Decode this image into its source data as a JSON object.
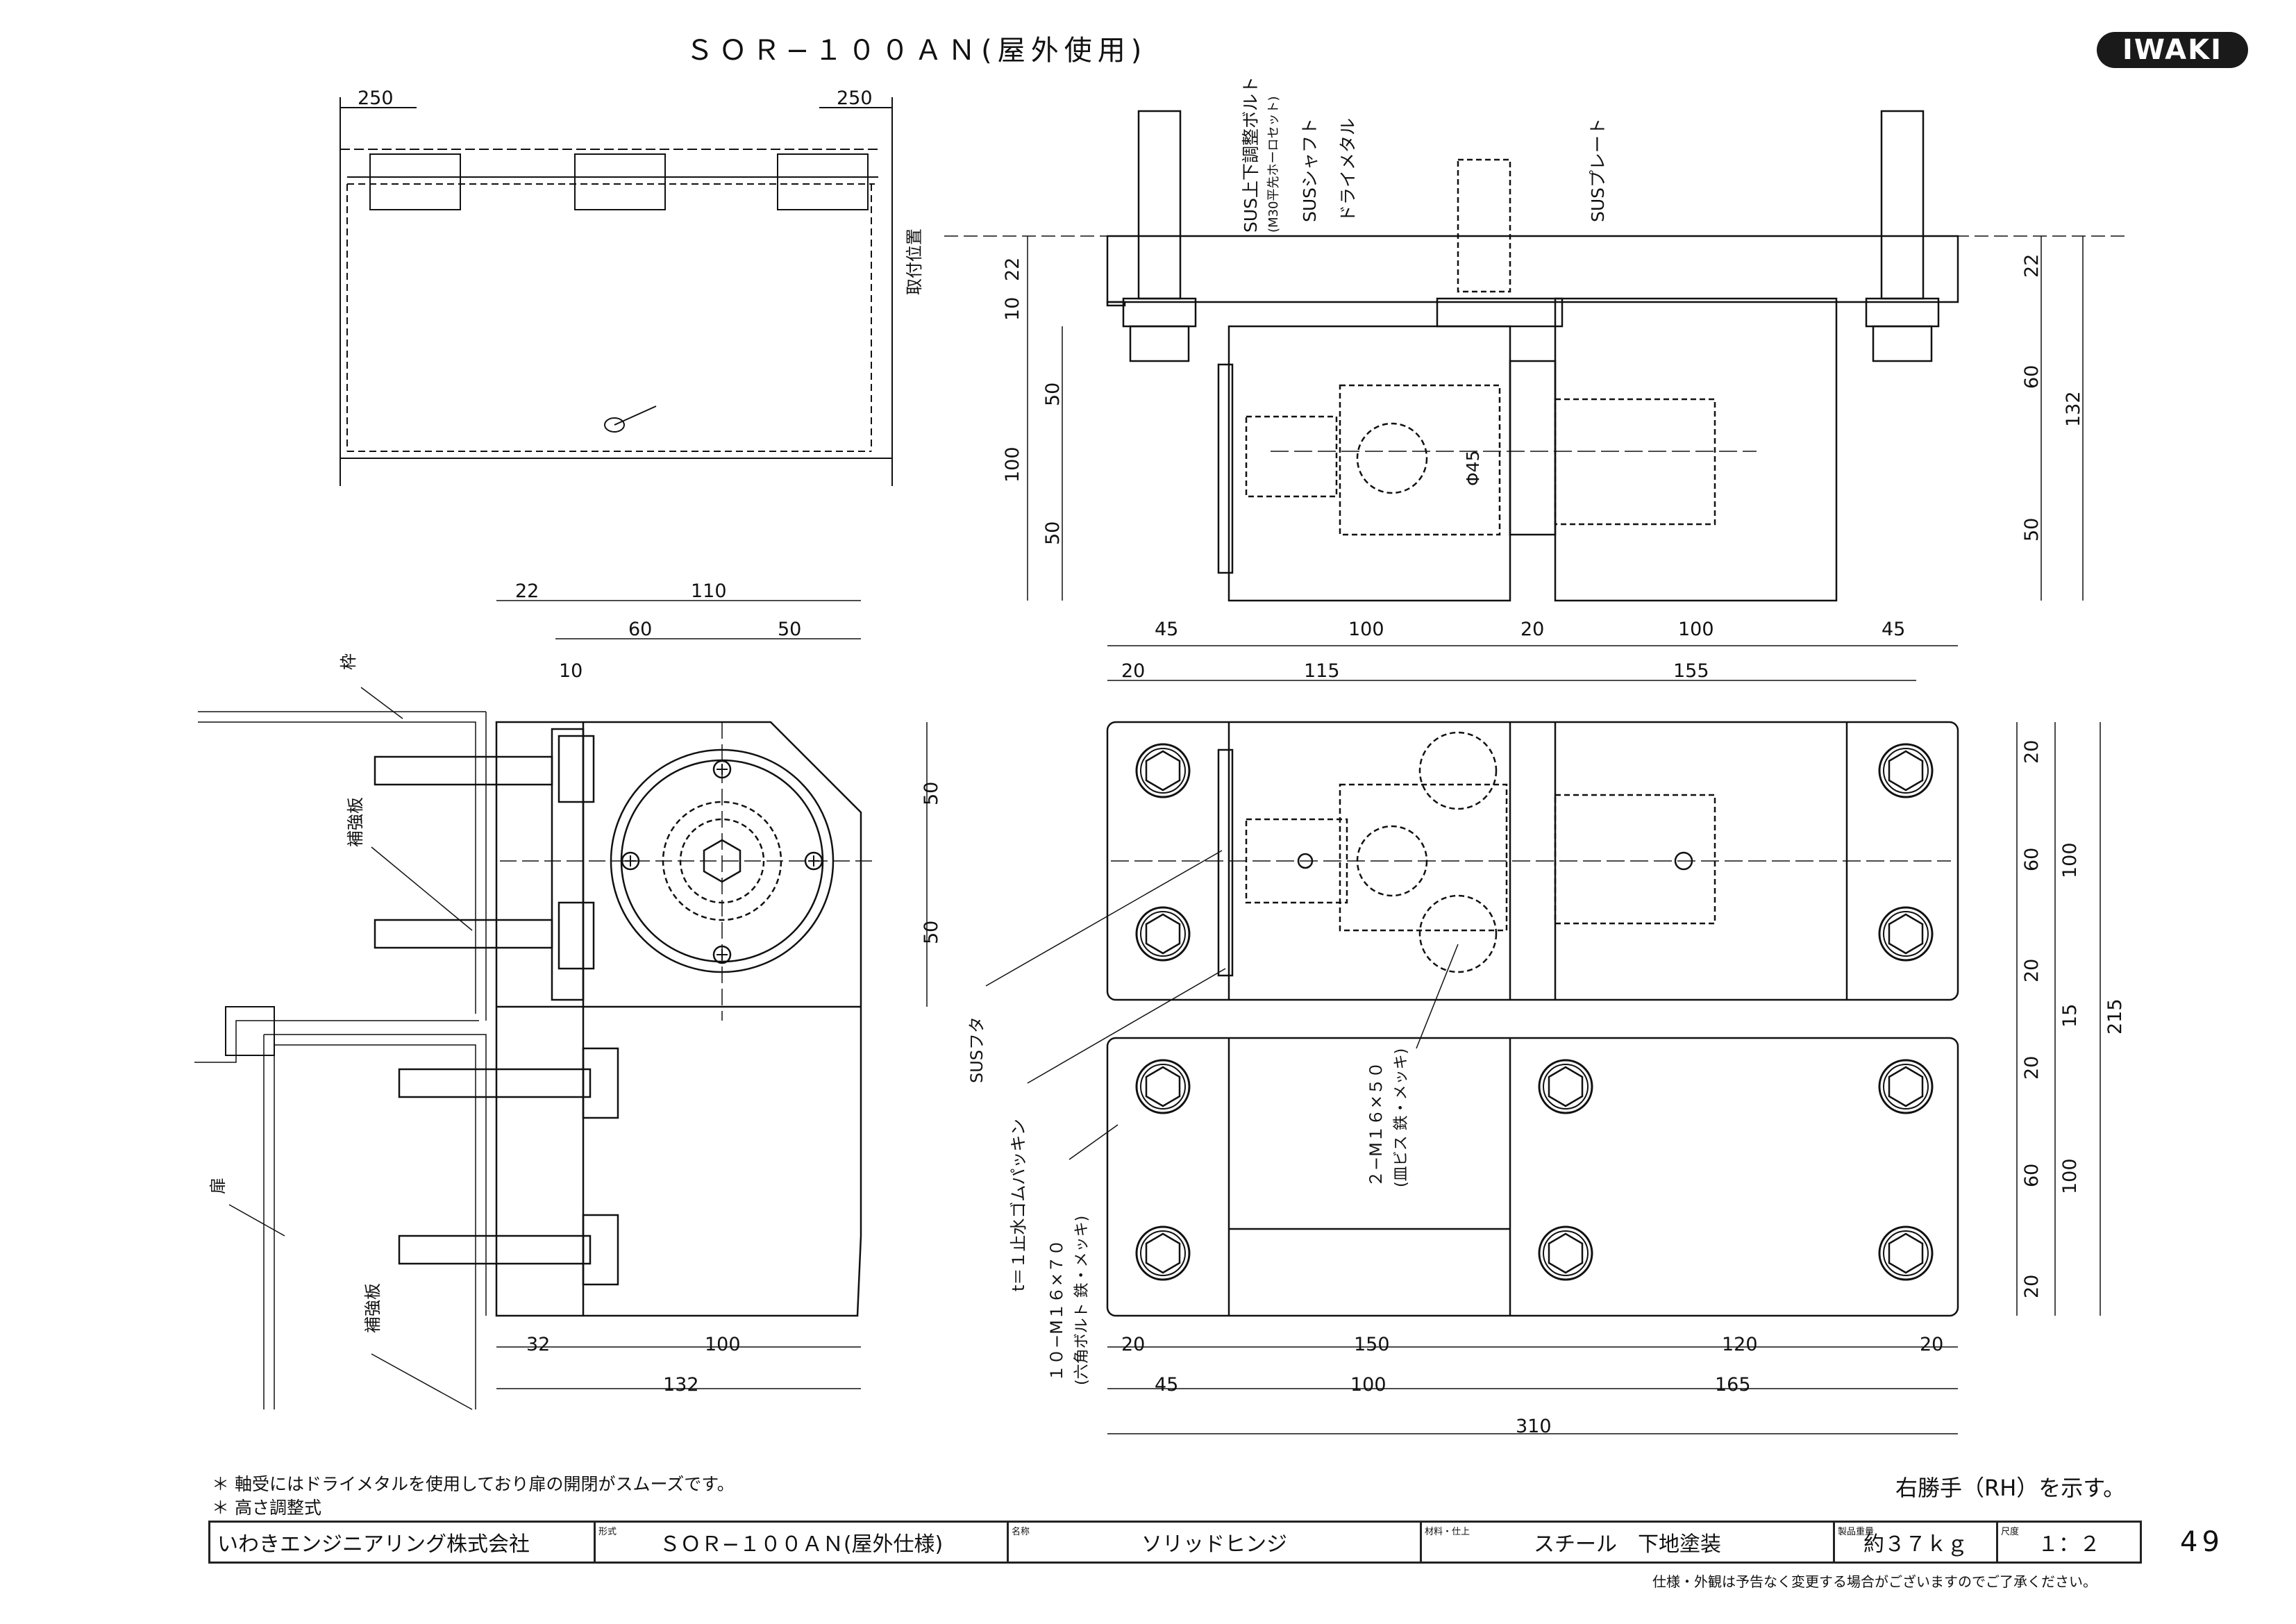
{
  "title": "ＳＯＲ−１００ＡＮ(屋外使用)",
  "brand": "IWAKI",
  "top_view": {
    "dim_left": "250",
    "dim_right": "250",
    "mount_label": "取付位置"
  },
  "front_elevation": {
    "labels": [
      "SUS上下調整ボルト",
      "(M30平先ホーロセット)",
      "SUSシャフト",
      "ドライメタル",
      "SUSプレート"
    ],
    "phi": "Φ45",
    "dims_left": [
      "22",
      "10",
      "50",
      "100",
      "50"
    ],
    "dims_right": [
      "22",
      "60",
      "132",
      "50"
    ],
    "dims_bottom": [
      "45",
      "100",
      "20",
      "100",
      "45"
    ]
  },
  "side_view": {
    "dims_top": [
      "22",
      "110",
      "60",
      "50",
      "10"
    ],
    "dims_right": [
      "50",
      "50"
    ],
    "dims_bottom_a": [
      "32",
      "100"
    ],
    "dims_bottom_b": "132",
    "labels": {
      "frame": "枠",
      "reinforce1": "補強板",
      "door": "扉",
      "reinforce2": "補強板"
    }
  },
  "plan_view": {
    "dims_top": [
      "20",
      "115",
      "155"
    ],
    "dims_right_a": [
      "20",
      "60",
      "100",
      "20"
    ],
    "dims_right_b": [
      "15",
      "215"
    ],
    "dims_right_c": [
      "20",
      "60",
      "100",
      "20"
    ],
    "dims_bottom_a": [
      "20",
      "150",
      "120",
      "20"
    ],
    "dims_bottom_b": [
      "45",
      "100",
      "165"
    ],
    "dims_bottom_c": "310",
    "labels": {
      "cover": "SUSフタ",
      "gasket": "t＝１止水ゴムパッキン",
      "bolts1": "１０−M１６×７０",
      "bolts2": "(六角ボルト 鉄・メッキ)",
      "screws1": "２−M１６×５０",
      "screws2": "(皿ビス 鉄・メッキ)"
    }
  },
  "notes": [
    "＊ 軸受にはドライメタルを使用しており扉の開閉がスムーズです。",
    "＊ 高さ調整式"
  ],
  "right_hand_note": "右勝手（RH）を示す。",
  "title_block": {
    "company": "いわきエンジニアリング株式会社",
    "model_label": "形式",
    "model": "ＳＯＲ−１００ＡＮ(屋外仕様)",
    "name_label": "名称",
    "name": "ソリッドヒンジ",
    "material_label": "材料・仕上",
    "material": "スチール　下地塗装",
    "weight_label": "製品重量",
    "weight": "約３７ｋｇ",
    "scale_label": "尺度",
    "scale": "１：２"
  },
  "page_number": "49",
  "disclaimer": "仕様・外観は予告なく変更する場合がございますのでご了承ください。"
}
